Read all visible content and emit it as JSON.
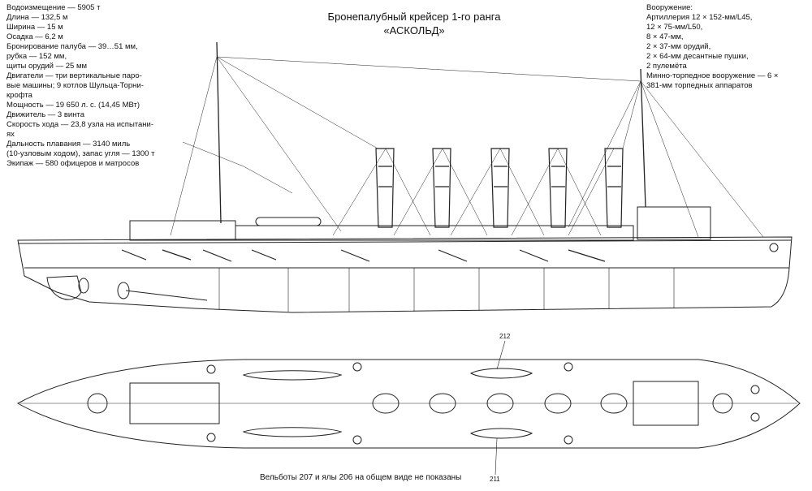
{
  "title": {
    "line1": "Бронепалубный крейсер 1-го ранга",
    "line2": "«АСКОЛЬД»"
  },
  "specs": [
    "Водоизмещение — 5905 т",
    "Длина — 132,5 м",
    "Ширина — 15 м",
    "Осадка — 6,2 м",
    "Бронирование палуба — 39…51 мм,\nрубка — 152 мм,\nщиты орудий — 25 мм",
    "Двигатели — три вертикальные паро-\nвые машины; 9 котлов Шульца-Торни-\nкрофта",
    "Мощность — 19 650 л. с. (14,45 МВт)",
    "Движитель — 3 винта",
    "Скорость хода — 23,8 узла на испытани-\nях",
    "Дальность плавания — 3140 миль\n(10-узловым ходом), запас угля — 1300 т",
    "Экипаж — 580 офицеров и матросов"
  ],
  "armament": {
    "heading": "Вооружение:",
    "lines": [
      "Артиллерия 12 × 152-мм/L45,",
      "12 × 75-мм/L50,",
      "8 × 47-мм,",
      "2 × 37-мм орудий,",
      "2 × 64-мм десантные пушки,",
      "2 пулемёта",
      "Минно-торпедное вооружение — 6 ×\n381-мм торпедных аппаратов"
    ]
  },
  "callouts": {
    "top": "212",
    "bottom": "211"
  },
  "caption": "Вельботы 207 и ялы 206 на общем виде не показаны"
}
